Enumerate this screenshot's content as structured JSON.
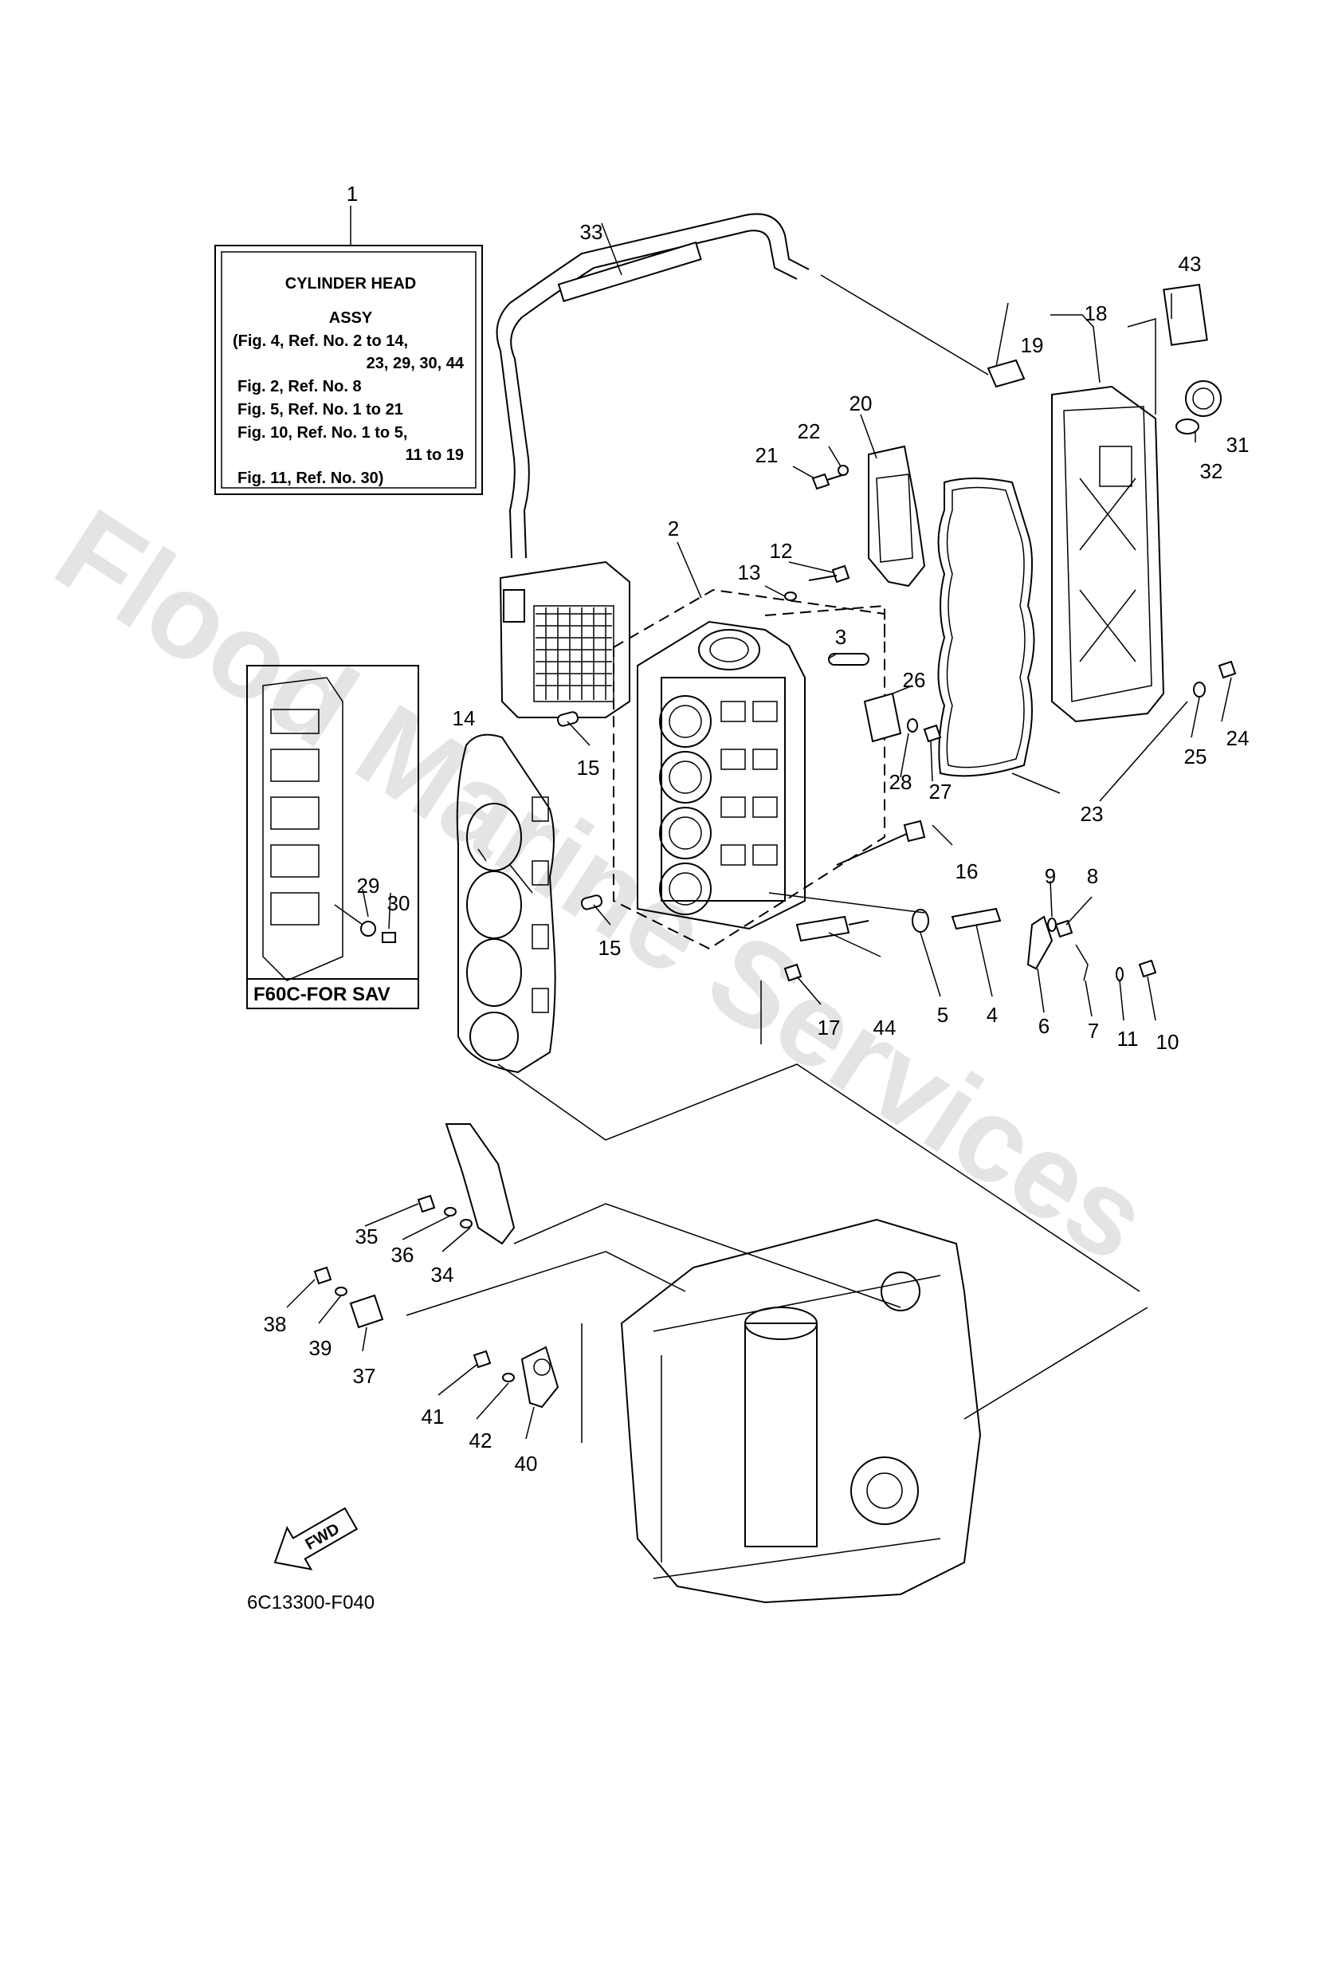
{
  "info_box": {
    "lines": [
      "CYLINDER  HEAD",
      "ASSY",
      "(Fig. 4, Ref. No. 2 to 14,",
      "23, 29, 30, 44",
      "Fig. 2, Ref. No. 8",
      "Fig. 5, Ref. No. 1 to 21",
      "Fig. 10, Ref. No. 1 to 5,",
      "11 to 19",
      "Fig. 11, Ref. No. 30)"
    ]
  },
  "inset_label": "F60C-FOR SAV",
  "fwd_label": "FWD",
  "diagram_code": "6C13300-F040",
  "watermark": "Flood Marine Services",
  "callouts": [
    "1",
    "2",
    "3",
    "4",
    "5",
    "6",
    "7",
    "8",
    "9",
    "10",
    "11",
    "12",
    "13",
    "14",
    "15",
    "15",
    "16",
    "17",
    "18",
    "19",
    "20",
    "21",
    "22",
    "23",
    "24",
    "25",
    "26",
    "27",
    "28",
    "29",
    "30",
    "31",
    "32",
    "33",
    "34",
    "35",
    "36",
    "37",
    "38",
    "39",
    "40",
    "41",
    "42",
    "43",
    "44"
  ]
}
